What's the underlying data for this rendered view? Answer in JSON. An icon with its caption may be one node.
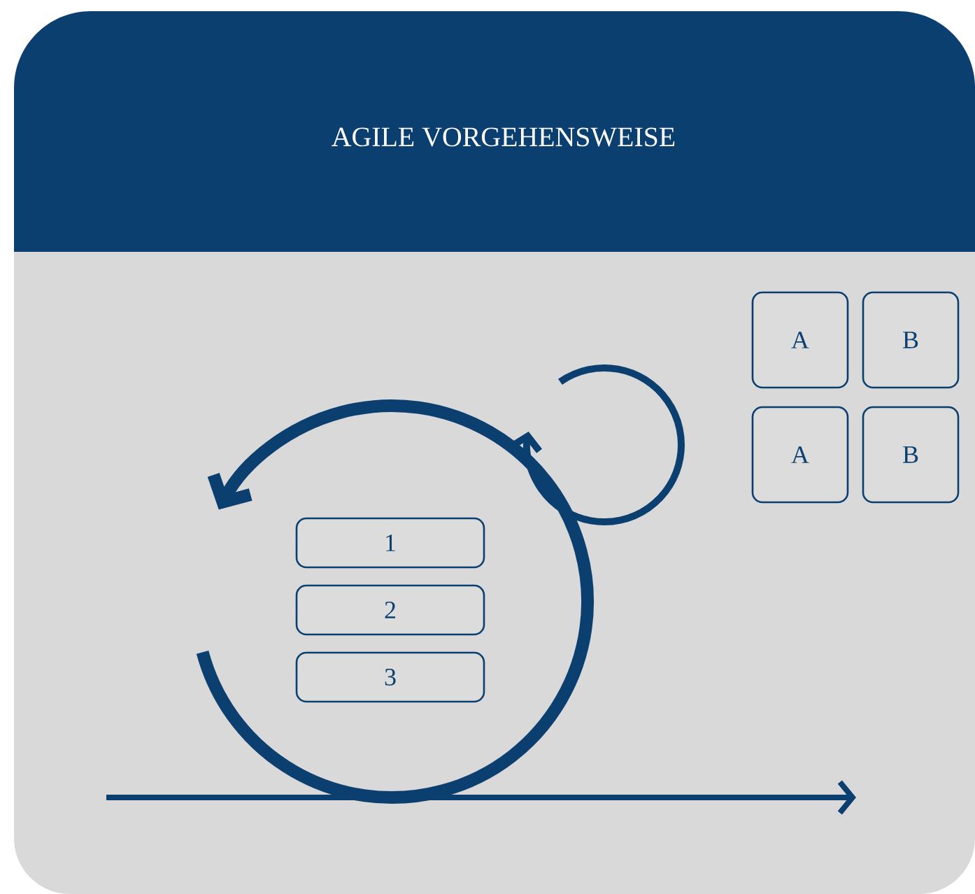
{
  "diagram": {
    "title": "AGILE VORGEHENSWEISE",
    "nodes": [
      {
        "text": [
          "1"
        ]
      },
      {
        "text": [
          "2"
        ]
      },
      {
        "text": [
          "3"
        ]
      },
      {
        "text": [
          "A"
        ]
      },
      {
        "text": [
          "B"
        ]
      },
      {
        "text": [
          "A"
        ]
      },
      {
        "text": [
          "B"
        ]
      }
    ]
  }
}
